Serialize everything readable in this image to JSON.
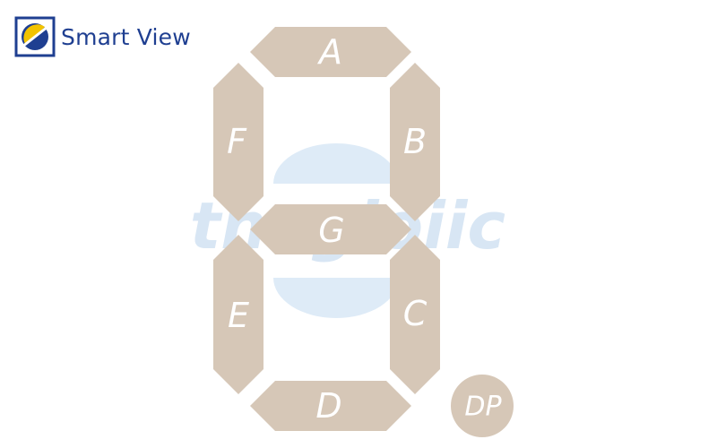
{
  "brand": {
    "name": "Smart View",
    "logo_icon": "smart-view-logo-icon",
    "text_color": "#1f3f91"
  },
  "watermark": {
    "text": "thegioiic",
    "color": "#d8e6f4"
  },
  "display": {
    "segment_color": "#d6c7b7",
    "label_color": "#ffffff",
    "segments": [
      {
        "id": "A",
        "label": "A"
      },
      {
        "id": "B",
        "label": "B"
      },
      {
        "id": "C",
        "label": "C"
      },
      {
        "id": "D",
        "label": "D"
      },
      {
        "id": "E",
        "label": "E"
      },
      {
        "id": "F",
        "label": "F"
      },
      {
        "id": "G",
        "label": "G"
      },
      {
        "id": "DP",
        "label": "DP"
      }
    ]
  }
}
